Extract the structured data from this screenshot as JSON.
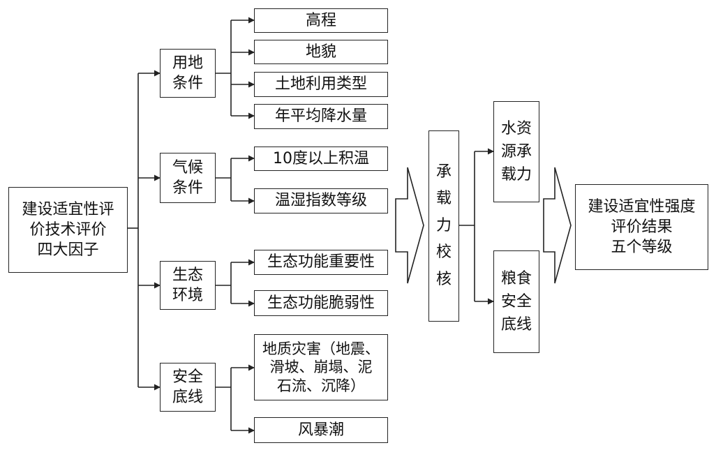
{
  "root": "建设适宜性评\n价技术评价\n四大因子",
  "factors": [
    {
      "label": "用地\n条件",
      "items": [
        "高程",
        "地貌",
        "土地利用类型",
        "年平均降水量"
      ]
    },
    {
      "label": "气候\n条件",
      "items": [
        "10度以上积温",
        "温湿指数等级"
      ]
    },
    {
      "label": "生态\n环境",
      "items": [
        "生态功能重要性",
        "生态功能脆弱性"
      ]
    },
    {
      "label": "安全\n底线",
      "items": [
        "地质灾害（地震、\n滑坡、崩塌、泥\n石流、沉降）",
        "风暴潮"
      ]
    }
  ],
  "check": "承\n载\n力\n校\n核",
  "water": "水资\n源承\n载力",
  "food": "粮食\n安全\n底线",
  "result": "建设适宜性强度\n评价结果\n五个等级"
}
